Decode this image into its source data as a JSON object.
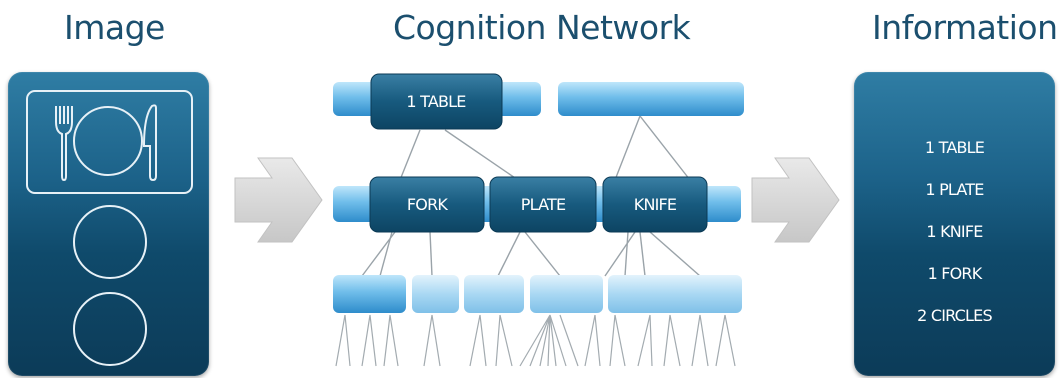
{
  "headings": {
    "image": "Image",
    "network": "Cognition Network",
    "information": "Information"
  },
  "network_nodes": {
    "table": "1 TABLE",
    "fork": "FORK",
    "plate": "PLATE",
    "knife": "KNIFE"
  },
  "information": {
    "items": [
      "1 TABLE",
      "1 PLATE",
      "1 KNIFE",
      "1 FORK",
      "2 CIRCLES"
    ]
  },
  "icons": {
    "fork": "fork-icon",
    "plate": "plate-icon",
    "knife": "knife-icon",
    "arrows": "right-arrow-icon"
  },
  "colors": {
    "heading": "#1b4f6e",
    "panel_dark": "#0c3b58",
    "node_light": "#7cc6ee",
    "node_dark": "#124d6e"
  }
}
